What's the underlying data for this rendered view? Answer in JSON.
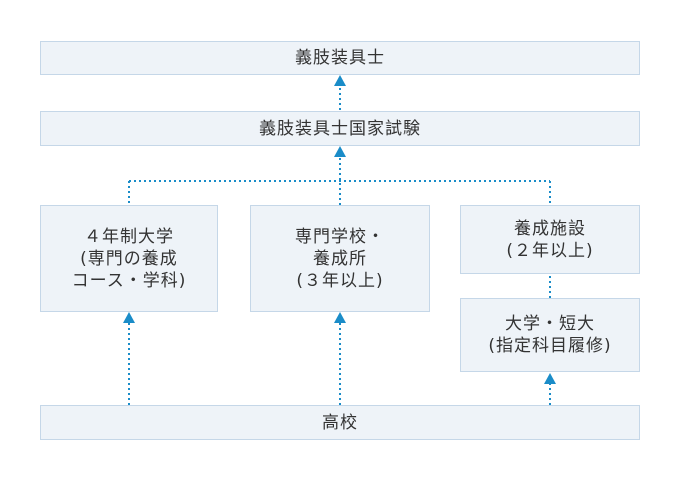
{
  "boxes": {
    "gishi": "義肢装具士",
    "exam": "義肢装具士国家試験",
    "univ4": [
      "４年制大学",
      "(専門の養成",
      "コース・学科)"
    ],
    "vocational": [
      "専門学校・",
      "養成所",
      "(３年以上)"
    ],
    "training": [
      "養成施設",
      "(２年以上)"
    ],
    "college": [
      "大学・短大",
      "(指定科目履修)"
    ],
    "highschool": "高校"
  },
  "colors": {
    "box_fill": "#eef3f8",
    "box_border": "#c5d7e8",
    "connector": "#1a8cc8",
    "text": "#333333"
  }
}
